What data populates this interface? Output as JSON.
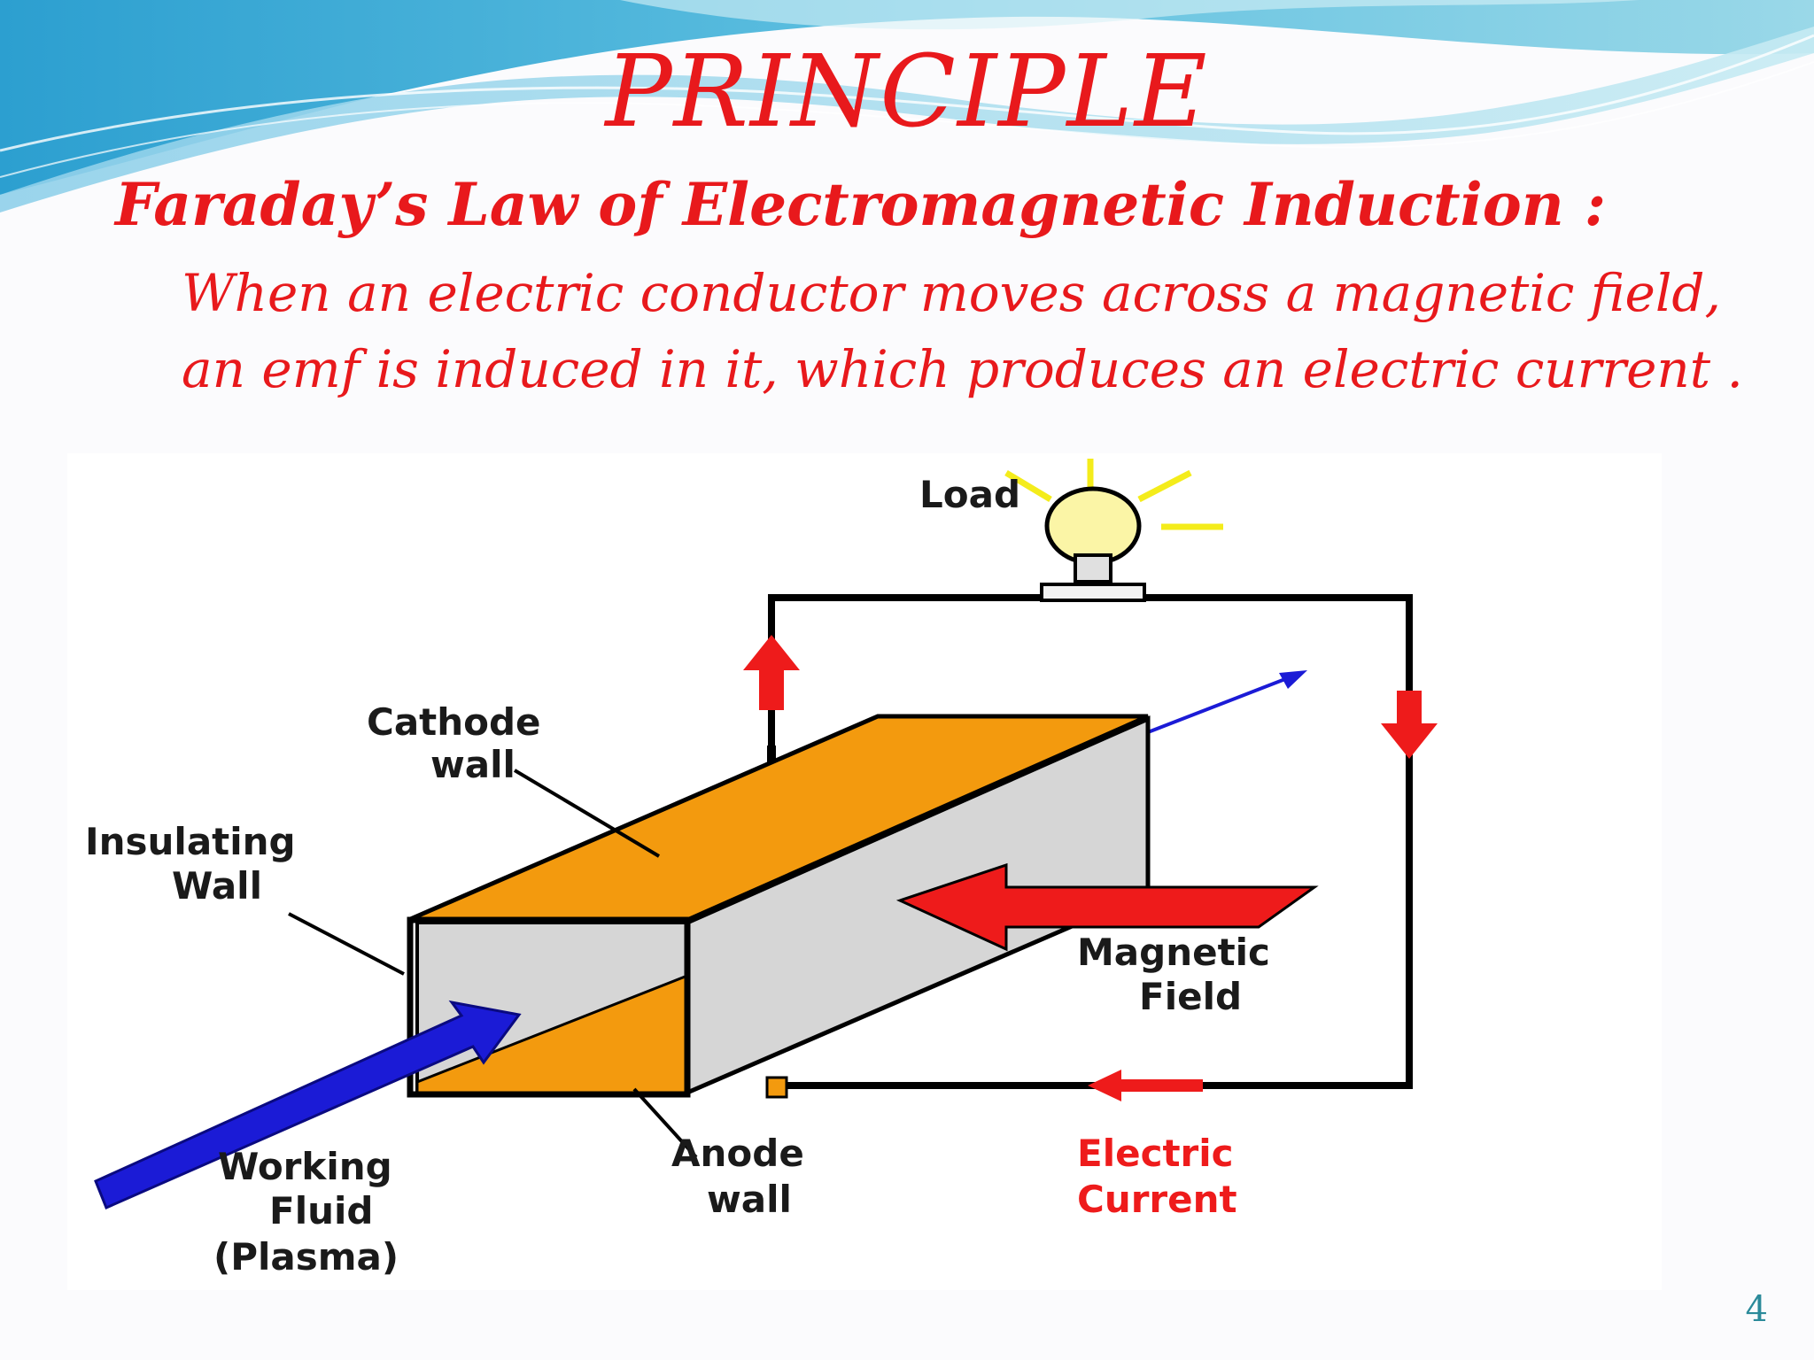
{
  "title": "PRINCIPLE",
  "subtitle": "Faraday’s  Law  of   Electromagnetic   Induction :",
  "body": {
    "line1": "When an electric conductor moves across a magnetic field,",
    "line2": "an emf is induced in it, which produces an electric current ."
  },
  "diagram": {
    "labels": {
      "load": "Load",
      "cathode_line1": "Cathode",
      "cathode_line2": "wall",
      "insulating_line1": "Insulating",
      "insulating_line2": "Wall",
      "magnetic_line1": "Magnetic",
      "magnetic_line2": "Field",
      "working_line1": "Working",
      "working_line2": "Fluid",
      "working_line3": "(Plasma)",
      "anode_line1": "Anode",
      "anode_line2": "wall",
      "current_line1": "Electric",
      "current_line2": "Current"
    },
    "colors": {
      "electrode": "#f39a0e",
      "side_wall": "#d6d6d6",
      "current_arrow": "#ee1b1b",
      "fluid_arrow": "#1b1bd6",
      "bulb": "#fbf5a6",
      "rays": "#f4ec1b"
    }
  },
  "slide_number": "4"
}
